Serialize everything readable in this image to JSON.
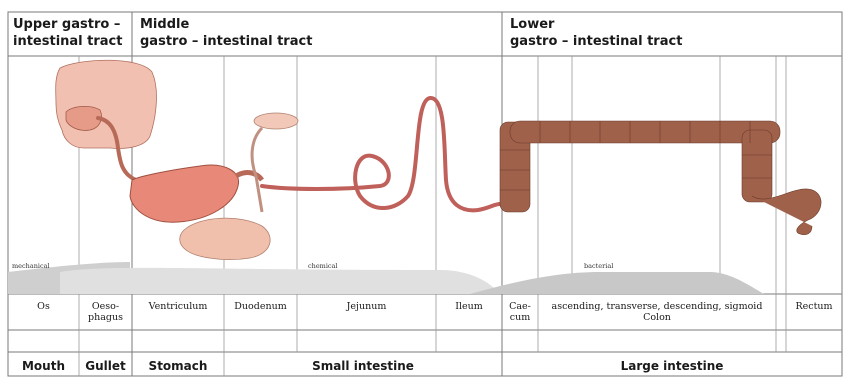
{
  "headers": {
    "upper": {
      "line1": "Upper gastro –",
      "line2": "intestinal tract"
    },
    "middle": {
      "line1": "Middle",
      "line2": "gastro – intestinal tract"
    },
    "lower": {
      "line1": "Lower",
      "line2": "gastro – intestinal tract"
    }
  },
  "digestion_types": {
    "mechanical": "mechanical",
    "chemical": "chemical",
    "bacterial": "bacterial"
  },
  "segments": [
    {
      "line1": "Os",
      "line2": ""
    },
    {
      "line1": "Oeso-",
      "line2": "phagus"
    },
    {
      "line1": "Ventriculum",
      "line2": ""
    },
    {
      "line1": "Duodenum",
      "line2": ""
    },
    {
      "line1": "Jejunum",
      "line2": ""
    },
    {
      "line1": "Ileum",
      "line2": ""
    },
    {
      "line1": "Cae-",
      "line2": "cum"
    },
    {
      "line1": "ascending, transverse, descending, sigmoid",
      "line2": "Colon"
    },
    {
      "line1": "Rectum",
      "line2": ""
    }
  ],
  "regions": [
    "Mouth",
    "Gullet",
    "Stomach",
    "Small intestine",
    "Large intestine"
  ],
  "colors": {
    "tissue": "#e8a08e",
    "colon": "#a0614a",
    "grid": "#7a7a7a",
    "band": "#d4d4d4"
  }
}
